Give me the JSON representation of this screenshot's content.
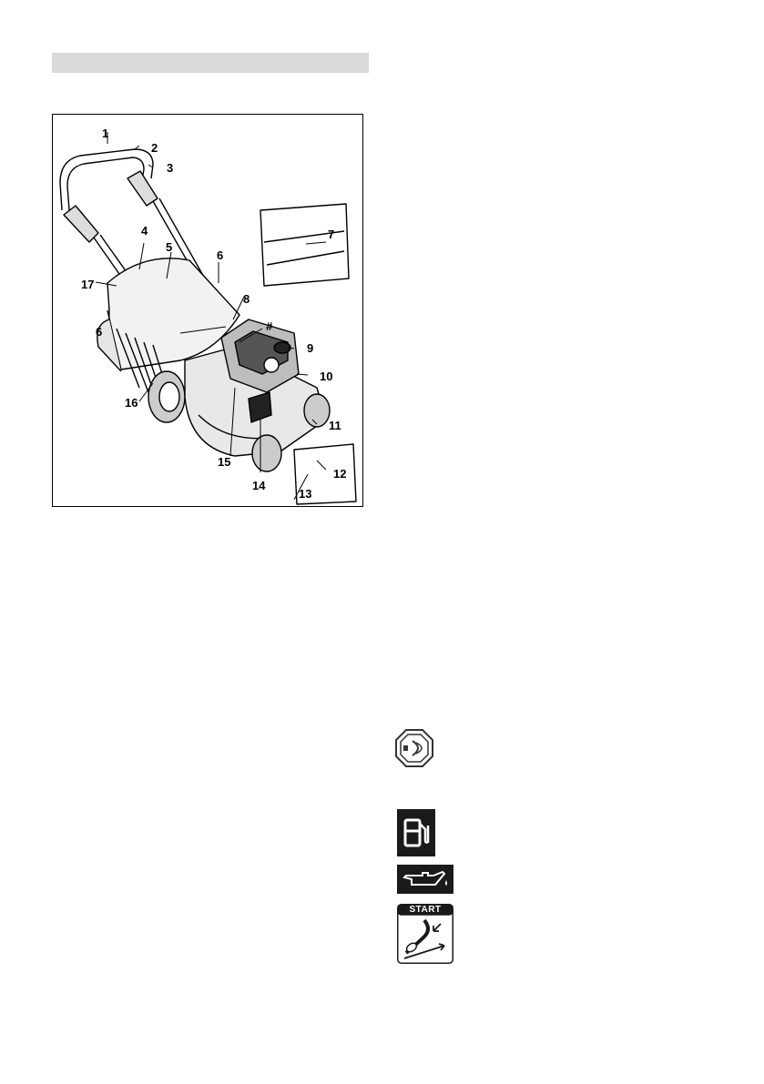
{
  "figure": {
    "callouts": [
      {
        "id": "c1",
        "text": "1"
      },
      {
        "id": "c2",
        "text": "2"
      },
      {
        "id": "c3",
        "text": "3"
      },
      {
        "id": "c4",
        "text": "4"
      },
      {
        "id": "c5",
        "text": "5"
      },
      {
        "id": "c6a",
        "text": "6"
      },
      {
        "id": "c6b",
        "text": "6"
      },
      {
        "id": "c7",
        "text": "7"
      },
      {
        "id": "c8",
        "text": "8"
      },
      {
        "id": "chash",
        "text": "#"
      },
      {
        "id": "c9",
        "text": "9"
      },
      {
        "id": "c10",
        "text": "10"
      },
      {
        "id": "c11",
        "text": "11"
      },
      {
        "id": "c12",
        "text": "12"
      },
      {
        "id": "c13",
        "text": "13"
      },
      {
        "id": "c14",
        "text": "14"
      },
      {
        "id": "c15",
        "text": "15"
      },
      {
        "id": "c16",
        "text": "16"
      },
      {
        "id": "c17",
        "text": "17"
      }
    ]
  },
  "symbols": {
    "start_label": "START",
    "icons": [
      "choke-icon",
      "fuel-icon",
      "oil-icon",
      "start-rope-icon"
    ]
  },
  "colors": {
    "header_bar": "#d9d9d9",
    "icon_dark": "#1a1a1a",
    "line_art": "#000000"
  }
}
